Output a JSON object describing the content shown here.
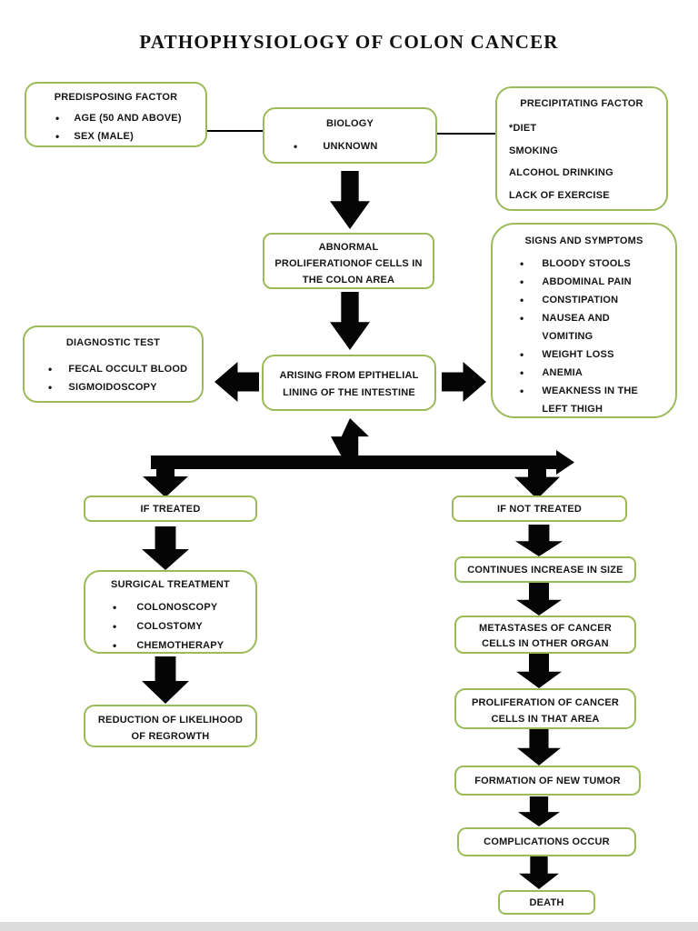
{
  "page": {
    "title": "PATHOPHYSIOLOGY OF COLON CANCER"
  },
  "colors": {
    "box_border": "#9bbb59",
    "arrow": "#050505",
    "text": "#161616"
  },
  "boxes": {
    "predisposing": {
      "title": "PREDISPOSING FACTOR",
      "items": [
        "AGE (50 AND ABOVE)",
        "SEX (MALE)"
      ]
    },
    "biology": {
      "title": "BIOLOGY",
      "items": [
        "UNKNOWN"
      ]
    },
    "precipitating": {
      "title": "PRECIPITATING FACTOR",
      "lines": [
        "*DIET",
        "SMOKING",
        "ALCOHOL DRINKING",
        "LACK OF EXERCISE"
      ]
    },
    "abnormal": {
      "lines": [
        "ABNORMAL",
        "PROLIFERATIONOF CELLS IN",
        "THE COLON AREA"
      ]
    },
    "signs": {
      "title": "SIGNS AND SYMPTOMS",
      "items": [
        "BLOODY STOOLS",
        "ABDOMINAL PAIN",
        "CONSTIPATION",
        "NAUSEA AND VOMITING",
        "WEIGHT LOSS",
        "ANEMIA",
        "WEAKNESS IN THE LEFT THIGH"
      ]
    },
    "diagnostic": {
      "title": "DIAGNOSTIC TEST",
      "items": [
        "FECAL OCCULT BLOOD",
        "SIGMOIDOSCOPY"
      ]
    },
    "arising": {
      "lines": [
        "ARISING FROM EPITHELIAL",
        "LINING OF THE INTESTINE"
      ]
    },
    "if_treated": {
      "label": "IF TREATED"
    },
    "surgical": {
      "title": "SURGICAL TREATMENT",
      "items": [
        "COLONOSCOPY",
        "COLOSTOMY",
        "CHEMOTHERAPY"
      ]
    },
    "reduction": {
      "lines": [
        "REDUCTION OF LIKELIHOOD",
        "OF REGROWTH"
      ]
    },
    "if_not_treated": {
      "label": "IF NOT TREATED"
    },
    "continues": {
      "label": "CONTINUES INCREASE IN SIZE"
    },
    "metastases": {
      "lines": [
        "METASTASES OF CANCER",
        "CELLS IN OTHER ORGAN"
      ]
    },
    "proliferation": {
      "lines": [
        "PROLIFERATION OF CANCER",
        "CELLS IN THAT AREA"
      ]
    },
    "formation": {
      "label": "FORMATION OF NEW TUMOR"
    },
    "complications": {
      "label": "COMPLICATIONS OCCUR"
    },
    "death": {
      "label": "DEATH"
    }
  }
}
